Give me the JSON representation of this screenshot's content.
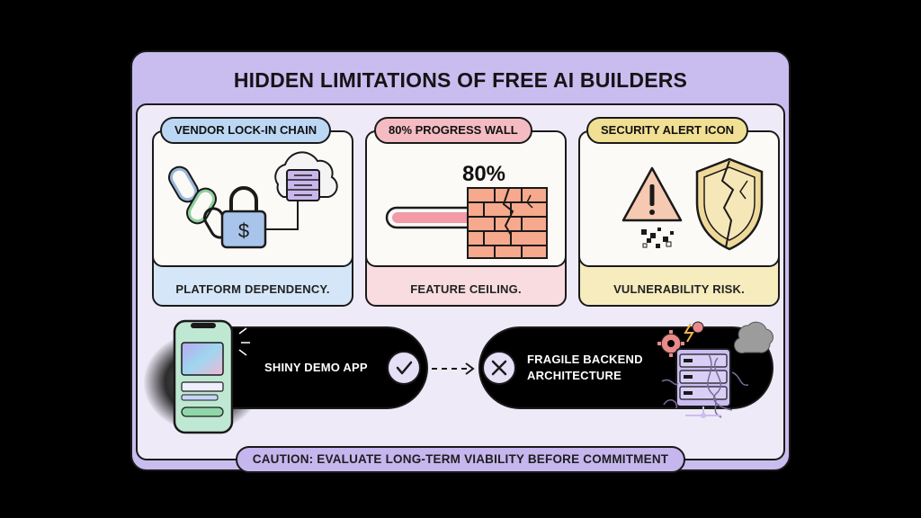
{
  "title": "HIDDEN LIMITATIONS OF FREE AI BUILDERS",
  "cards": [
    {
      "pill": "VENDOR LOCK-IN CHAIN",
      "caption": "PLATFORM DEPENDENCY.",
      "icon": "chain-lock-cloud-icon",
      "symbol": "$"
    },
    {
      "pill": "80% PROGRESS WALL",
      "caption": "FEATURE CEILING.",
      "icon": "progress-wall-icon",
      "value": "80%"
    },
    {
      "pill": "SECURITY ALERT ICON",
      "caption": "VULNERABILITY RISK.",
      "icon": "cracked-shield-warning-icon"
    }
  ],
  "flow": {
    "left_label": "SHINY DEMO APP",
    "right_label_line1": "FRAGILE BACKEND",
    "right_label_line2": "ARCHITECTURE"
  },
  "caution": "CAUTION: EVALUATE LONG-TERM VIABILITY BEFORE COMMITMENT",
  "colors": {
    "frame": "#c9bdf0",
    "blue": "#bcd7f4",
    "pink": "#f4bcc2",
    "yellow": "#f1df93",
    "bar_fill": "#f29aa6",
    "bricks": "#f6a98c"
  }
}
